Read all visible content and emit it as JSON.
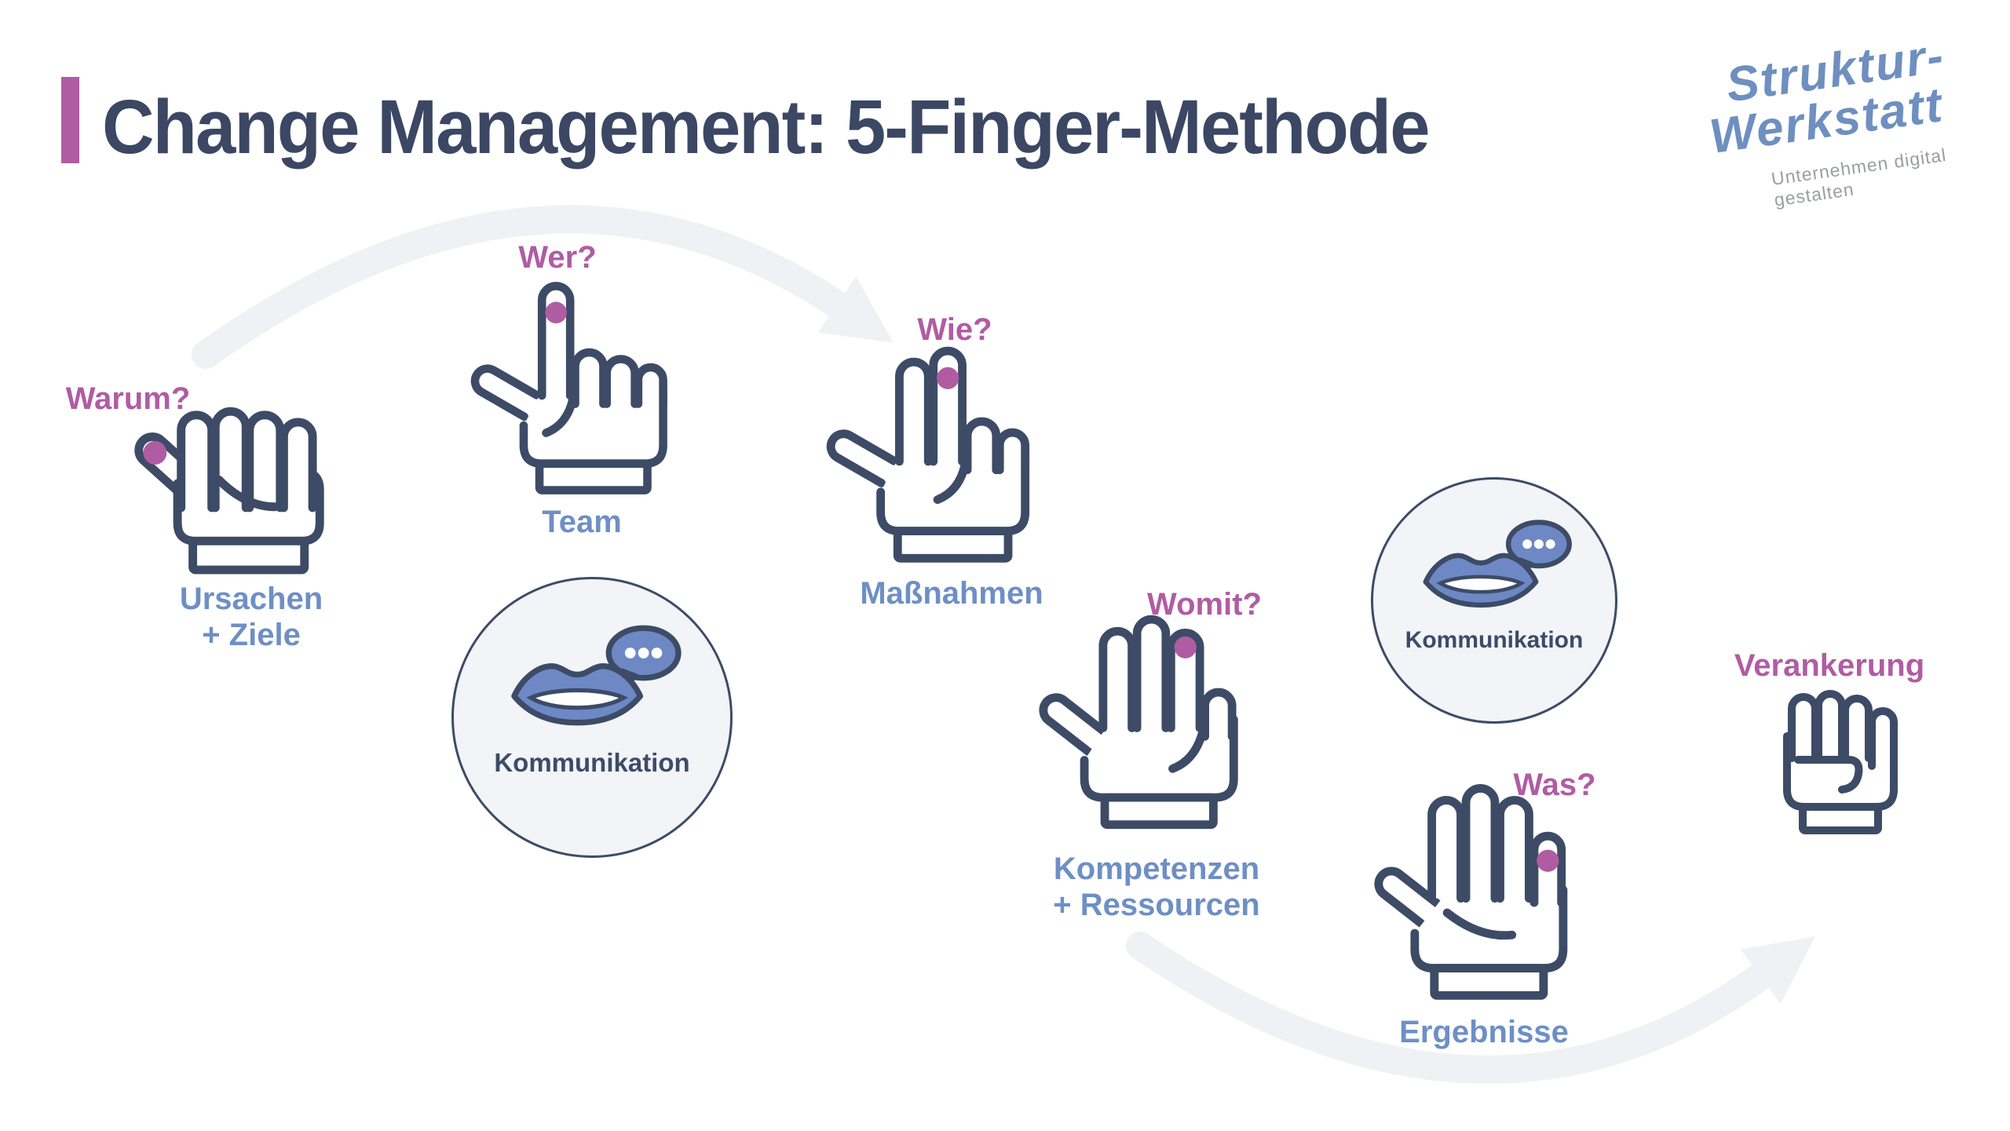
{
  "header": {
    "title": "Change Management: 5-Finger-Methode"
  },
  "logo": {
    "line1": "Struktur-",
    "line2": "Werkstatt",
    "tagline": "Unternehmen digital gestalten"
  },
  "stations": [
    {
      "id": "warum",
      "question": "Warum?",
      "fingers": 1,
      "topic_line1": "Ursachen",
      "topic_line2": "+ Ziele"
    },
    {
      "id": "wer",
      "question": "Wer?",
      "fingers": 1,
      "topic_line1": "Team"
    },
    {
      "id": "wie",
      "question": "Wie?",
      "fingers": 2,
      "topic_line1": "Maßnahmen"
    },
    {
      "id": "womit",
      "question": "Womit?",
      "fingers": 3,
      "topic_line1": "Kompetenzen",
      "topic_line2": "+ Ressourcen"
    },
    {
      "id": "was",
      "question": "Was?",
      "fingers": 4,
      "topic_line1": "Ergebnisse"
    },
    {
      "id": "verankerung",
      "question": "Verankerung",
      "fingers": 0
    }
  ],
  "kommunikation": {
    "label": "Kommunikation"
  },
  "theme": {
    "accent": "#b05ca3",
    "navy": "#3d4b66",
    "blue": "#6e8fc5",
    "logo-blue": "#6e8fc0",
    "tagline-gray": "#9a9da3",
    "circle-fill": "#f2f4f8",
    "arc": "#f0f1f4",
    "title-navy": "#3b4763",
    "bg": "#ffffff",
    "lips": "#6d88c4"
  }
}
